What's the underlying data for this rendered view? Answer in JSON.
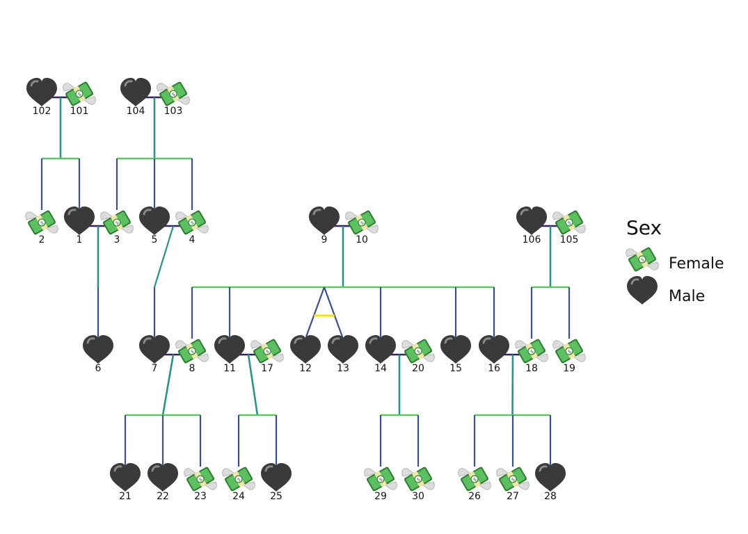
{
  "legend": {
    "title": "Sex",
    "entries": [
      {
        "label": "Female",
        "symbol": "money-with-wings-icon"
      },
      {
        "label": "Male",
        "symbol": "black-heart-icon"
      }
    ]
  },
  "colors": {
    "spouse_line": "#3b1d5e",
    "child_line": "#2a9287",
    "sibling_bar": "#5cc863",
    "drop_line": "#3a4f8a",
    "twin_bar": "#f5e01d",
    "heart": "#3a3a3a",
    "bill": "#4caf50"
  },
  "individuals": [
    {
      "id": "102",
      "sex": "Male"
    },
    {
      "id": "101",
      "sex": "Female"
    },
    {
      "id": "104",
      "sex": "Male"
    },
    {
      "id": "103",
      "sex": "Female"
    },
    {
      "id": "2",
      "sex": "Female"
    },
    {
      "id": "1",
      "sex": "Male"
    },
    {
      "id": "3",
      "sex": "Female"
    },
    {
      "id": "5",
      "sex": "Male"
    },
    {
      "id": "4",
      "sex": "Female"
    },
    {
      "id": "9",
      "sex": "Male"
    },
    {
      "id": "10",
      "sex": "Female"
    },
    {
      "id": "106",
      "sex": "Male"
    },
    {
      "id": "105",
      "sex": "Female"
    },
    {
      "id": "6",
      "sex": "Male"
    },
    {
      "id": "7",
      "sex": "Male"
    },
    {
      "id": "8",
      "sex": "Female"
    },
    {
      "id": "11",
      "sex": "Male"
    },
    {
      "id": "17",
      "sex": "Female"
    },
    {
      "id": "12",
      "sex": "Male"
    },
    {
      "id": "13",
      "sex": "Male"
    },
    {
      "id": "14",
      "sex": "Male"
    },
    {
      "id": "20",
      "sex": "Female"
    },
    {
      "id": "15",
      "sex": "Male"
    },
    {
      "id": "16",
      "sex": "Male"
    },
    {
      "id": "18",
      "sex": "Female"
    },
    {
      "id": "19",
      "sex": "Female"
    },
    {
      "id": "21",
      "sex": "Male"
    },
    {
      "id": "22",
      "sex": "Male"
    },
    {
      "id": "23",
      "sex": "Female"
    },
    {
      "id": "24",
      "sex": "Female"
    },
    {
      "id": "25",
      "sex": "Male"
    },
    {
      "id": "29",
      "sex": "Female"
    },
    {
      "id": "30",
      "sex": "Female"
    },
    {
      "id": "26",
      "sex": "Female"
    },
    {
      "id": "27",
      "sex": "Female"
    },
    {
      "id": "28",
      "sex": "Male"
    }
  ],
  "couples": [
    {
      "partners": [
        "102",
        "101"
      ],
      "children": [
        "2",
        "1"
      ]
    },
    {
      "partners": [
        "104",
        "103"
      ],
      "children": [
        "3",
        "5",
        "4"
      ]
    },
    {
      "partners": [
        "1",
        "3"
      ],
      "children": [
        "6"
      ]
    },
    {
      "partners": [
        "5",
        "4"
      ],
      "children": [
        "7"
      ]
    },
    {
      "partners": [
        "9",
        "10"
      ],
      "children": [
        "8",
        "11",
        "12",
        "13",
        "14",
        "15",
        "16"
      ],
      "twins": [
        "12",
        "13"
      ]
    },
    {
      "partners": [
        "106",
        "105"
      ],
      "children": [
        "18",
        "19"
      ]
    },
    {
      "partners": [
        "7",
        "8"
      ],
      "children": [
        "21",
        "22",
        "23"
      ]
    },
    {
      "partners": [
        "11",
        "17"
      ],
      "children": [
        "24",
        "25"
      ]
    },
    {
      "partners": [
        "14",
        "20"
      ],
      "children": [
        "29",
        "30"
      ]
    },
    {
      "partners": [
        "16",
        "18"
      ],
      "children": [
        "26",
        "27",
        "28"
      ]
    }
  ]
}
